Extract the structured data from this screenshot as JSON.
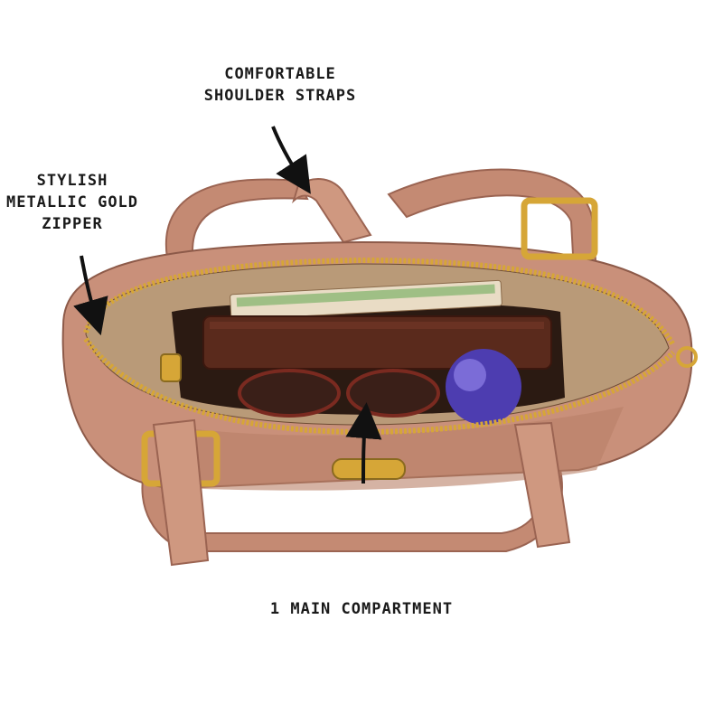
{
  "callouts": {
    "straps": [
      "COMFORTABLE",
      "SHOULDER STRAPS"
    ],
    "zipper": [
      "STYLISH",
      "METALLIC GOLD",
      "ZIPPER"
    ],
    "main": "1 MAIN COMPARTMENT"
  },
  "colors": {
    "leather": "#c9907a",
    "leather_dark": "#a9705c",
    "leather_shadow": "#8d5a49",
    "lining": "#b99a78",
    "gold": "#d6a637",
    "wallet": "#5a2a1c",
    "sphere": "#4d3db0"
  },
  "icons": {
    "arrow": "arrow-icon",
    "bag": "handbag-photo"
  }
}
